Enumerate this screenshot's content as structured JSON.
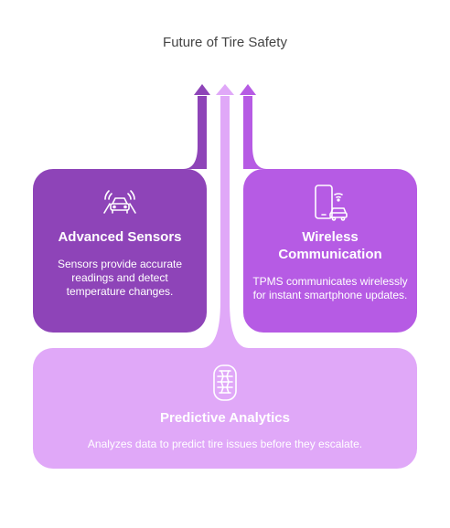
{
  "title": "Future of Tire Safety",
  "colors": {
    "advanced": "#8e44b8",
    "wireless": "#b65be4",
    "predictive": "#e0a8f8",
    "text": "#ffffff",
    "title": "#444444"
  },
  "cards": {
    "advanced": {
      "icon": "car-sensor-icon",
      "heading": "Advanced Sensors",
      "description": "Sensors provide accurate readings and detect temperature changes."
    },
    "wireless": {
      "icon": "phone-car-wireless-icon",
      "heading": "Wireless Communication",
      "description": "TPMS communicates wirelessly for instant smartphone updates."
    },
    "predictive": {
      "icon": "tire-icon",
      "heading": "Predictive Analytics",
      "description": "Analyzes data to predict tire issues before they escalate."
    }
  }
}
